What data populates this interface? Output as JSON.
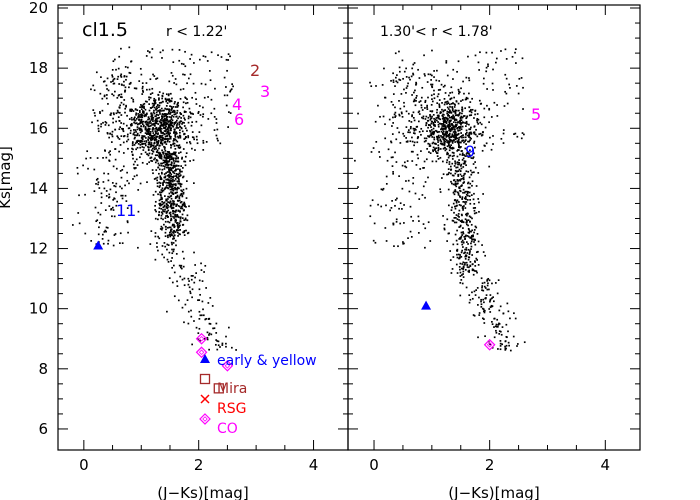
{
  "chart_data": [
    {
      "type": "scatter",
      "panel_label": "cl1.5",
      "title": "r < 1.22'",
      "xlabel": "(J−Ks)[mag]",
      "ylabel": "Ks[mag]",
      "xlim": [
        -0.45,
        4.6
      ],
      "ylim": [
        20.1,
        5.3
      ],
      "x_ticks": [
        "0",
        "2",
        "4"
      ],
      "y_ticks": [
        "6",
        "8",
        "10",
        "12",
        "14",
        "16",
        "18",
        "20"
      ],
      "x_tick_values": [
        0,
        2,
        4
      ],
      "y_tick_values": [
        6,
        8,
        10,
        12,
        14,
        16,
        18,
        20
      ],
      "highlighted_stars": [
        {
          "id": "2",
          "class": "Mira",
          "x": 2.35,
          "y": 7.35,
          "label_color": "#a52a2a"
        },
        {
          "id": "3",
          "class": "CO",
          "x": null,
          "y": null,
          "label_color": "#ff00ff"
        },
        {
          "id": "4",
          "class": "CO",
          "x": 2.5,
          "y": 8.1,
          "label_color": "#ff00ff"
        },
        {
          "id": "6",
          "class": "CO",
          "x": 2.05,
          "y": 9.0,
          "label_color": "#ff00ff"
        },
        {
          "id": "",
          "class": "CO",
          "x": 2.05,
          "y": 8.55,
          "label_color": "#ff00ff"
        },
        {
          "id": "11",
          "class": "early & yellow",
          "x": 0.25,
          "y": 12.1,
          "label_color": "#0000ff"
        }
      ],
      "legend": [
        {
          "label": "early & yellow",
          "marker": "filled-triangle",
          "color": "#0000ff"
        },
        {
          "label": "Mira",
          "marker": "open-square",
          "color": "#a52a2a"
        },
        {
          "label": "RSG",
          "marker": "cross",
          "color": "#ff0000"
        },
        {
          "label": "CO",
          "marker": "open-diamond",
          "color": "#ff00ff"
        }
      ],
      "legend_position": "bottom-right",
      "field_population": {
        "n_stars": 1900,
        "rgb_color_center": 1.45,
        "rgb_ks_range": [
          12.4,
          15.2
        ],
        "red_clump": {
          "x": 1.3,
          "y": 16.0
        }
      }
    },
    {
      "type": "scatter",
      "title": "1.30'< r < 1.78'",
      "xlabel": "(J−Ks)[mag]",
      "ylabel": "Ks[mag]",
      "xlim": [
        -0.45,
        4.6
      ],
      "ylim": [
        20.1,
        5.3
      ],
      "x_ticks": [
        "0",
        "2",
        "4"
      ],
      "x_tick_values": [
        0,
        2,
        4
      ],
      "highlighted_stars": [
        {
          "id": "5",
          "class": "CO",
          "x": 2.0,
          "y": 8.8,
          "label_color": "#ff00ff"
        },
        {
          "id": "9",
          "class": "early & yellow",
          "x": 0.9,
          "y": 10.1,
          "label_color": "#0000ff"
        }
      ],
      "field_population": {
        "n_stars": 1500,
        "rgb_color_center": 1.45,
        "rgb_ks_range": [
          11.0,
          15.2
        ],
        "red_clump": {
          "x": 1.3,
          "y": 16.0
        }
      }
    }
  ],
  "colors": {
    "axis": "#000000",
    "points": "#000000",
    "blue": "#0000ff",
    "brown": "#a52a2a",
    "red": "#ff0000",
    "magenta": "#ff00ff"
  }
}
